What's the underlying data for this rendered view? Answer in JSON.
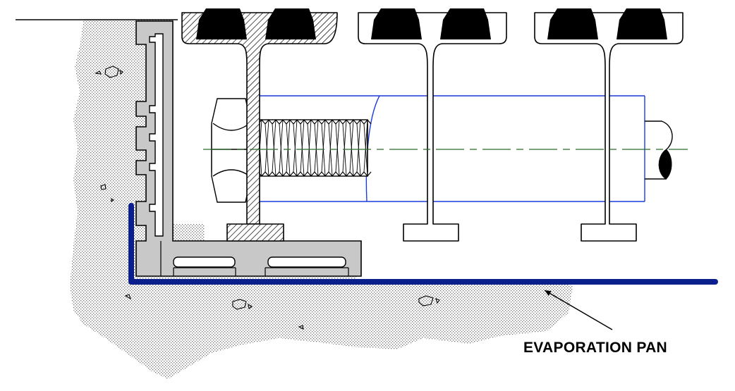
{
  "diagram": {
    "callout_label": "EVAPORATION PAN",
    "colors": {
      "outline": "#000000",
      "aluminum_fill": "#c8c8c8",
      "pan_blue": "#0a1e8c",
      "tube_blue": "#1a3cdc",
      "centerline_green": "#2e6b2e",
      "concrete_dot": "#6e6e6e",
      "track_pad": "#000000"
    },
    "parts": [
      "concrete-slab",
      "aluminum-angle-extrusion",
      "section-rail",
      "section-rail",
      "section-rail",
      "hex-bolt",
      "spacer-tube",
      "evaporation-pan",
      "rubber-track-pad"
    ]
  }
}
